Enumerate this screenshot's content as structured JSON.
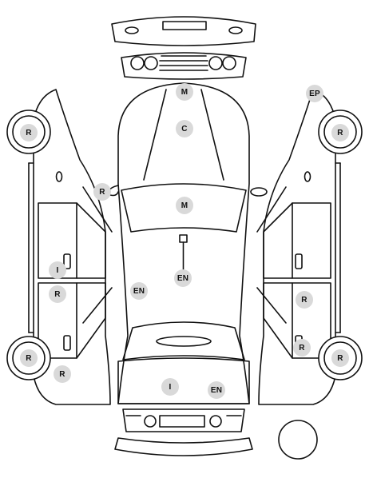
{
  "markers": {
    "m_roof": "M",
    "c_roof": "C",
    "m_hood": "M",
    "en_hood": "EN",
    "en_left": "EN",
    "i_trunk": "I",
    "en_trunk": "EN",
    "r_mirror": "R",
    "ep_right": "EP",
    "r_lf_wheel": "R",
    "r_lr_wheel": "R",
    "r_rf_wheel": "R",
    "r_rr_wheel": "R",
    "i_left_door": "I",
    "r_left_door": "R",
    "r_left_rear": "R",
    "r_right_door": "R",
    "r_right_rear": "R"
  }
}
